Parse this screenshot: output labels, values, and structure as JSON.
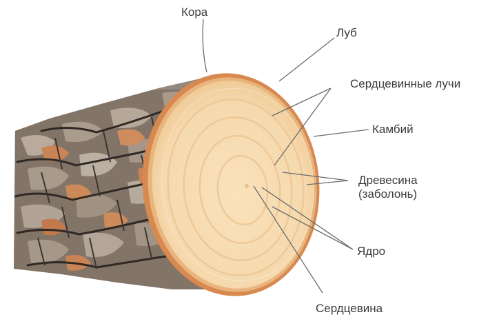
{
  "labels": {
    "bark": "Кора",
    "phloem": "Луб",
    "medullary_rays": "Сердцевинные лучи",
    "cambium": "Камбий",
    "sapwood_line1": "Древесина",
    "sapwood_line2": "(заболонь)",
    "heartwood": "Ядро",
    "pith": "Сердцевина"
  },
  "colors": {
    "bark_dark": "#3d3530",
    "bark_mid": "#7f7166",
    "bark_light": "#b3a697",
    "bark_orange": "#c98456",
    "wood_face": "#f6d9ae",
    "ring": "#eec997",
    "rim": "#d7894f",
    "leader": "#6b6b6b",
    "text": "#3a3a3a"
  }
}
